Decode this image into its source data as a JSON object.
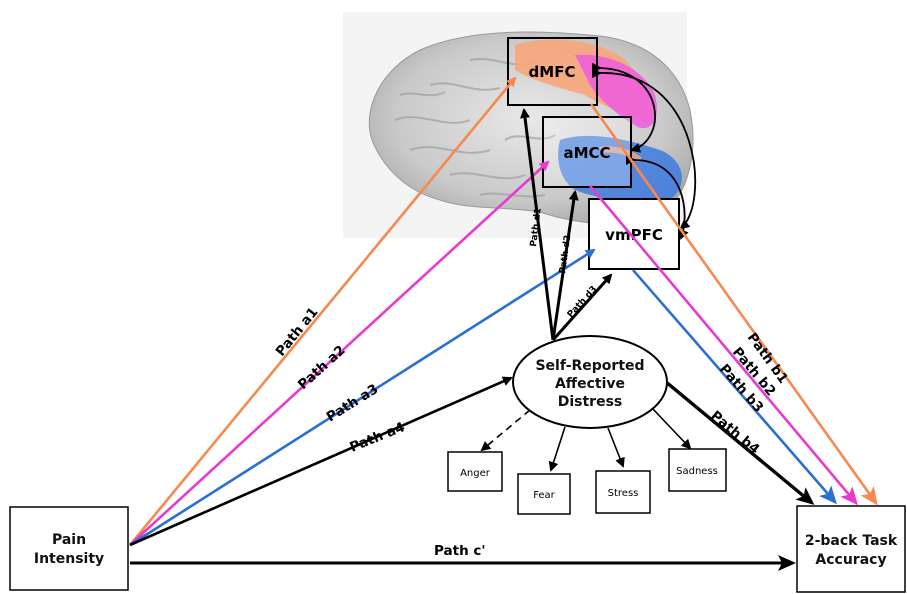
{
  "nodes": {
    "pain": {
      "line1": "Pain",
      "line2": "Intensity"
    },
    "task": {
      "line1": "2-back Task",
      "line2": "Accuracy"
    },
    "dmfc": "dMFC",
    "amcc": "aMCC",
    "vmpfc": "vmPFC",
    "distress": {
      "line1": "Self-Reported",
      "line2": "Affective",
      "line3": "Distress"
    }
  },
  "indicators": [
    "Anger",
    "Fear",
    "Stress",
    "Sadness"
  ],
  "paths": {
    "a1": "Path a1",
    "a2": "Path a2",
    "a3": "Path a3",
    "a4": "Path a4",
    "b1": "Path b1",
    "b2": "Path b2",
    "b3": "Path b3",
    "b4": "Path b4",
    "c_prime": "Path c'",
    "d1": "Path d1",
    "d2": "Path d2",
    "d3": "Path d3"
  },
  "colors": {
    "orange": "#f5894f",
    "magenta": "#e63ad0",
    "blue": "#2a6fd1",
    "black": "#000000",
    "brain": "#cfcfcf"
  }
}
